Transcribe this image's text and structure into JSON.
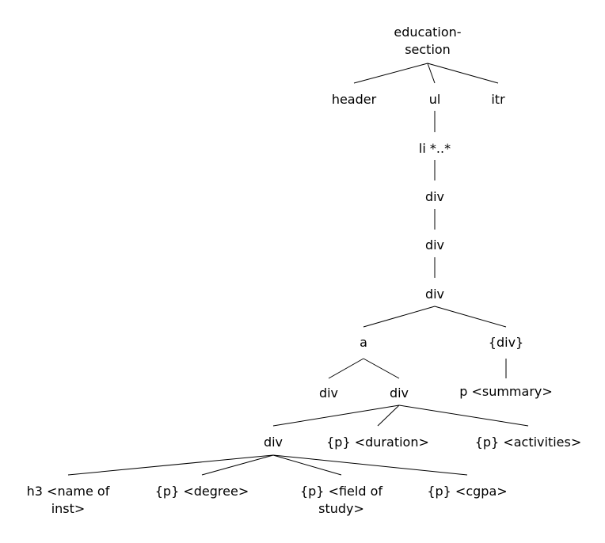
{
  "colors": {
    "line": "#000000",
    "text": "#000000",
    "background": "#ffffff"
  },
  "nodes": [
    {
      "id": "education-section",
      "lines": [
        "education-",
        "section"
      ]
    },
    {
      "id": "header",
      "lines": [
        "header"
      ]
    },
    {
      "id": "ul",
      "lines": [
        "ul"
      ]
    },
    {
      "id": "itr",
      "lines": [
        "itr"
      ]
    },
    {
      "id": "li",
      "lines": [
        "li *..*"
      ]
    },
    {
      "id": "div1",
      "lines": [
        "div"
      ]
    },
    {
      "id": "div2",
      "lines": [
        "div"
      ]
    },
    {
      "id": "div3",
      "lines": [
        "div"
      ]
    },
    {
      "id": "a",
      "lines": [
        "a"
      ]
    },
    {
      "id": "div-optional",
      "lines": [
        "{div}"
      ]
    },
    {
      "id": "div-left",
      "lines": [
        "div"
      ]
    },
    {
      "id": "div-right",
      "lines": [
        "div"
      ]
    },
    {
      "id": "p-summary",
      "lines": [
        "p <summary>"
      ]
    },
    {
      "id": "div-inner",
      "lines": [
        "div"
      ]
    },
    {
      "id": "p-duration",
      "lines": [
        "{p} <duration>"
      ]
    },
    {
      "id": "p-activities",
      "lines": [
        "{p} <activities>"
      ]
    },
    {
      "id": "h3-name",
      "lines": [
        "h3 <name of",
        "inst>"
      ]
    },
    {
      "id": "p-degree",
      "lines": [
        "{p} <degree>"
      ]
    },
    {
      "id": "p-field",
      "lines": [
        "{p} <field of",
        "study>"
      ]
    },
    {
      "id": "p-cgpa",
      "lines": [
        "{p} <cgpa>"
      ]
    }
  ],
  "edges": [
    [
      "education-section",
      "header"
    ],
    [
      "education-section",
      "ul"
    ],
    [
      "education-section",
      "itr"
    ],
    [
      "ul",
      "li"
    ],
    [
      "li",
      "div1"
    ],
    [
      "div1",
      "div2"
    ],
    [
      "div2",
      "div3"
    ],
    [
      "div3",
      "a"
    ],
    [
      "div3",
      "div-optional"
    ],
    [
      "a",
      "div-left"
    ],
    [
      "a",
      "div-right"
    ],
    [
      "div-optional",
      "p-summary"
    ],
    [
      "div-right",
      "div-inner"
    ],
    [
      "div-right",
      "p-duration"
    ],
    [
      "div-right",
      "p-activities"
    ],
    [
      "div-inner",
      "h3-name"
    ],
    [
      "div-inner",
      "p-degree"
    ],
    [
      "div-inner",
      "p-field"
    ],
    [
      "div-inner",
      "p-cgpa"
    ]
  ]
}
